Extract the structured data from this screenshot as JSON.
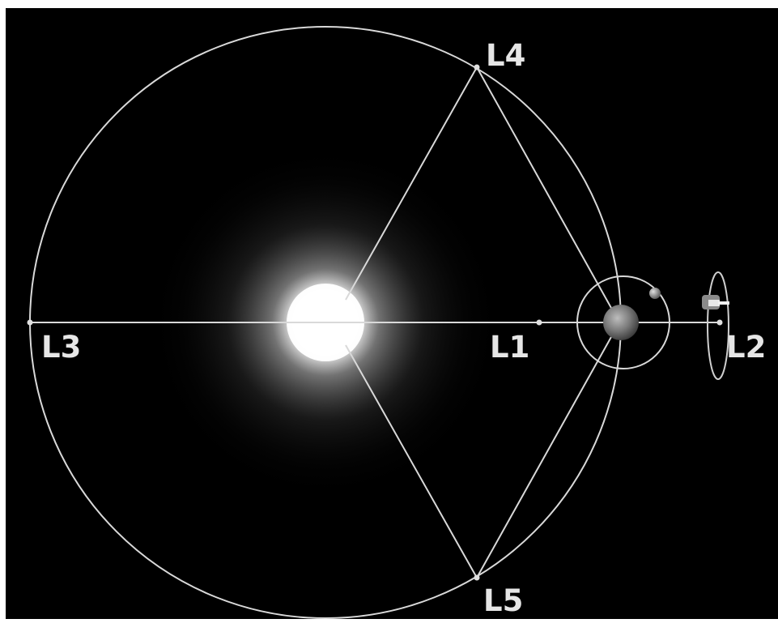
{
  "diagram": {
    "points": [
      {
        "id": "L1",
        "label": "L1"
      },
      {
        "id": "L2",
        "label": "L2"
      },
      {
        "id": "L3",
        "label": "L3"
      },
      {
        "id": "L4",
        "label": "L4"
      },
      {
        "id": "L5",
        "label": "L5"
      }
    ],
    "bodies": [
      "sun",
      "earth",
      "moon",
      "spacecraft"
    ],
    "colors": {
      "background": "#000000",
      "orbit_line": "#d9d9d9",
      "label": "#e6e6e6",
      "sun_core": "#ffffff"
    }
  }
}
